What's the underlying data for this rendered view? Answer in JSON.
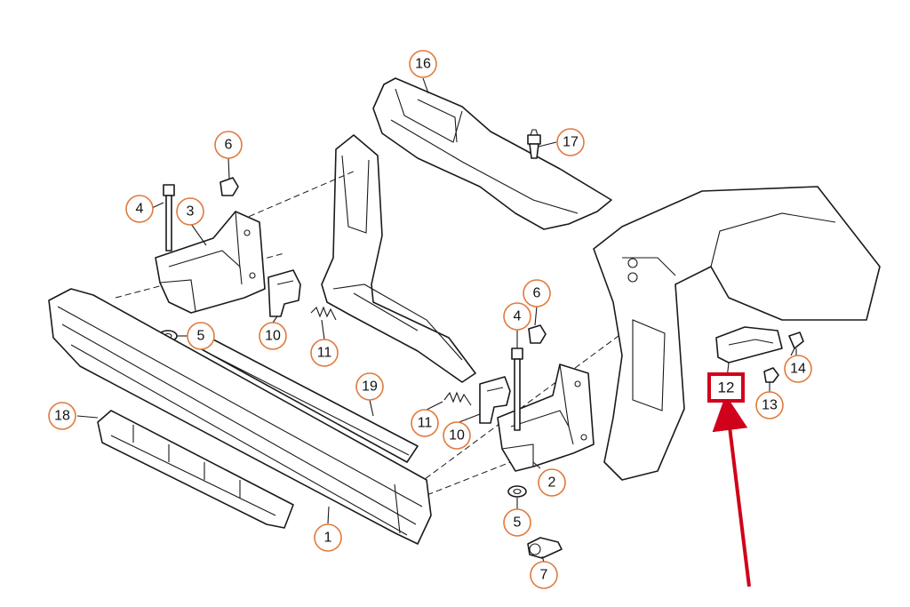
{
  "callouts": {
    "c1": "1",
    "c2": "2",
    "c3": "3",
    "c4a": "4",
    "c4b": "4",
    "c5a": "5",
    "c5b": "5",
    "c6a": "6",
    "c6b": "6",
    "c7": "7",
    "c10a": "10",
    "c10b": "10",
    "c11a": "11",
    "c11b": "11",
    "c12": "12",
    "c13": "13",
    "c14": "14",
    "c16": "16",
    "c17": "17",
    "c18": "18",
    "c19": "19"
  },
  "colors": {
    "callout_ring": "#e07a3c",
    "highlight": "#d0021b",
    "line": "#1a1a1a"
  }
}
